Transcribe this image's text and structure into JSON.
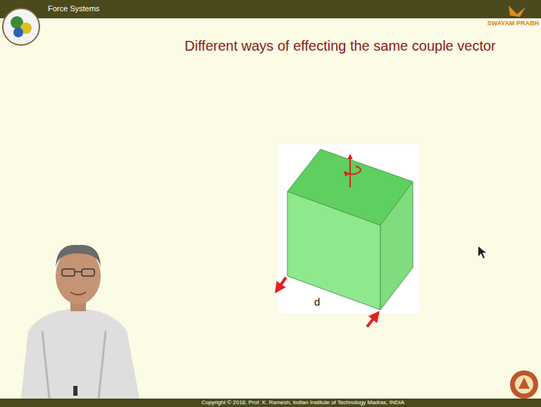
{
  "diagram": {
    "title": "Different ways of effecting the same couple vector",
    "caption": "Copyright © 2018, Prof. K. Ramesh, Indian Institute of Technology Madras, INDIA",
    "labels": [
      "Force Systems",
      "SWAYAM PRABH",
      "d"
    ]
  }
}
